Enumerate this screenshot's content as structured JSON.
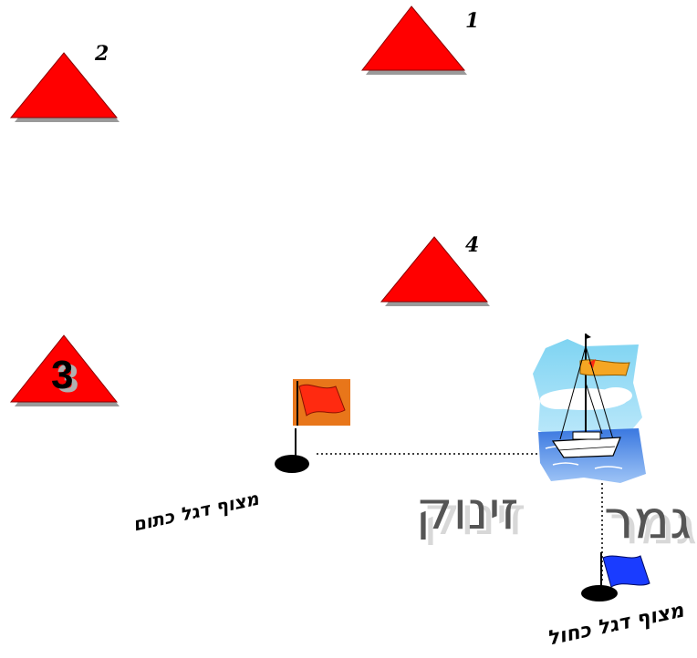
{
  "buoys": [
    {
      "id": "1",
      "label": "1"
    },
    {
      "id": "2",
      "label": "2"
    },
    {
      "id": "3",
      "label": "3"
    },
    {
      "id": "4",
      "label": "4"
    }
  ],
  "labels": {
    "start_word": "זינוק",
    "finish_word": "גמר",
    "orange_flag_buoy": "מצוף דגל כתום",
    "blue_flag_buoy": "מצוף דגל כחול"
  },
  "colors": {
    "buoy_red": "#ff0000",
    "orange_flag_bg": "#e8761a",
    "blue_flag": "#1a3cff"
  },
  "icons": [
    "sailboat-clipart",
    "orange-flag",
    "blue-flag"
  ]
}
